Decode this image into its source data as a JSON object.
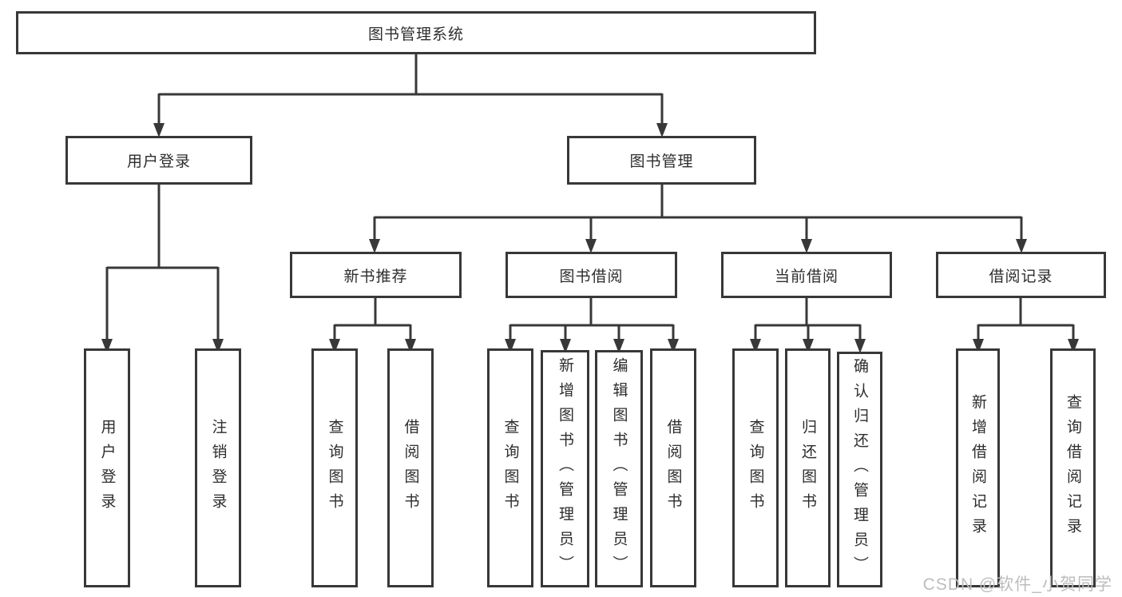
{
  "tree": {
    "label": "图书管理系统",
    "children": [
      {
        "label": "用户登录",
        "children": [
          {
            "label": "用户登录"
          },
          {
            "label": "注销登录"
          }
        ]
      },
      {
        "label": "图书管理",
        "children": [
          {
            "label": "新书推荐",
            "children": [
              {
                "label": "查询图书"
              },
              {
                "label": "借阅图书"
              }
            ]
          },
          {
            "label": "图书借阅",
            "children": [
              {
                "label": "查询图书"
              },
              {
                "label": "新增图书（管理员）"
              },
              {
                "label": "编辑图书（管理员）"
              },
              {
                "label": "借阅图书"
              }
            ]
          },
          {
            "label": "当前借阅",
            "children": [
              {
                "label": "查询图书"
              },
              {
                "label": "归还图书"
              },
              {
                "label": "确认归还（管理员）"
              }
            ]
          },
          {
            "label": "借阅记录",
            "children": [
              {
                "label": "新增借阅记录"
              },
              {
                "label": "查询借阅记录"
              }
            ]
          }
        ]
      }
    ]
  },
  "watermark": {
    "text": "CSDN @软件_小贺同学"
  },
  "colors": {
    "line": "#383838",
    "box_border": "#383838",
    "text": "#2d2d2d",
    "background": "#ffffff",
    "watermark": "#bdbdbd"
  }
}
